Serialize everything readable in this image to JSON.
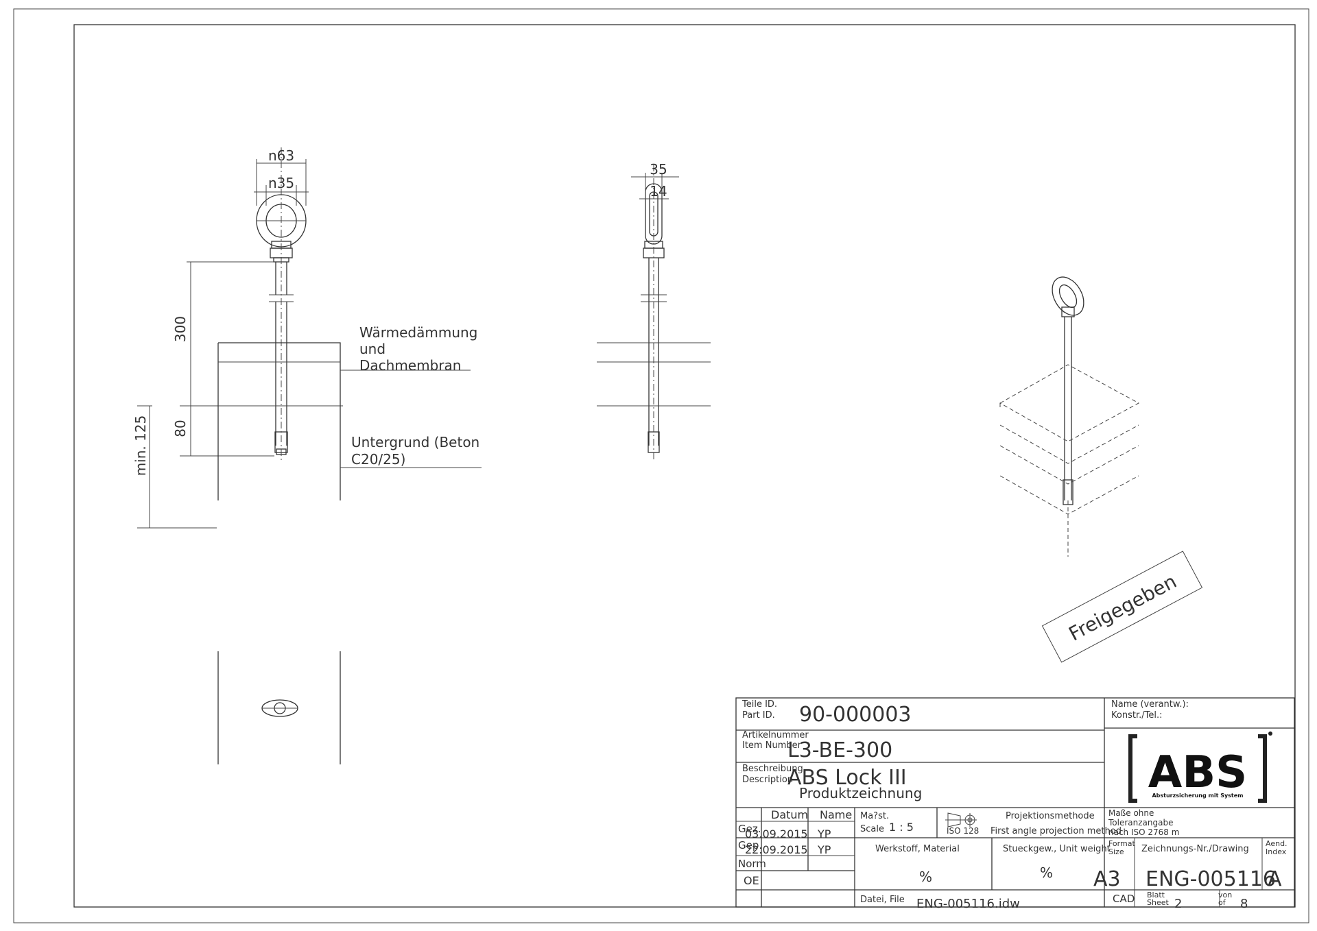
{
  "drawing": {
    "front_view": {
      "dim_outer_diameter": "n63",
      "dim_inner_diameter": "n35",
      "dim_length": "300",
      "dim_embed": "80",
      "dim_min": "min. 125",
      "label_insulation_1": "Wärmedämmung",
      "label_insulation_2": "und",
      "label_insulation_3": "Dachmembran",
      "label_substrate_1": "Untergrund (Beton",
      "label_substrate_2": "C20/25)"
    },
    "side_view": {
      "dim_width": "35",
      "dim_slot": "14"
    },
    "stamp": "Freigegeben"
  },
  "title_block": {
    "part_id_label_de": "Teile ID.",
    "part_id_label_en": "Part ID.",
    "part_id": "90-000003",
    "item_number_label_de": "Artikelnummer",
    "item_number_label_en": "Item Number",
    "item_number": "L3-BE-300",
    "description_label_de": "Beschreibung",
    "description_label_en": "Description",
    "description_1": "ABS Lock III",
    "description_2": "Produktzeichnung",
    "name_label_1": "Name (verantw.):",
    "name_label_2": "Konstr./Tel.:",
    "logo_text": "ABS",
    "logo_subtitle": "Absturzsicherung mit System",
    "col_date": "Datum",
    "col_name": "Name",
    "row_gez": "Gez.",
    "row_gez_date": "03.09.2015",
    "row_gez_name": "YP",
    "row_gep": "Gep.",
    "row_gep_date": "22.09.2015",
    "row_gep_name": "YP",
    "row_norm": "Norm",
    "row_oe": "OE",
    "scale_label_1": "Ma?st.",
    "scale_label_2": "Scale",
    "scale_value": "1 : 5",
    "projection_label": "Projektionsmethode",
    "projection_iso": "ISO 128",
    "projection_value": "First angle projection method",
    "tolerance_1": "Maße ohne",
    "tolerance_2": "Toleranzangabe",
    "tolerance_3": "nach ISO 2768 m",
    "material_label": "Werkstoff, Material",
    "material_value": "%",
    "weight_label": "Stueckgew., Unit weight",
    "weight_value": "%",
    "format_label_1": "Format",
    "format_label_2": "Size",
    "drawing_no_label": "Zeichnungs-Nr./Drawing",
    "index_label_1": "Aend.",
    "index_label_2": "Index",
    "format_value": "A3",
    "drawing_no": "ENG-005116",
    "index_value": "A",
    "file_label": "Datei, File",
    "file_value": "ENG-005116.idw",
    "cad_label": "CAD",
    "sheet_label_1": "Blatt",
    "sheet_label_2": "Sheet",
    "sheet_value": "2",
    "of_label_1": "von",
    "of_label_2": "of",
    "of_value": "8"
  }
}
